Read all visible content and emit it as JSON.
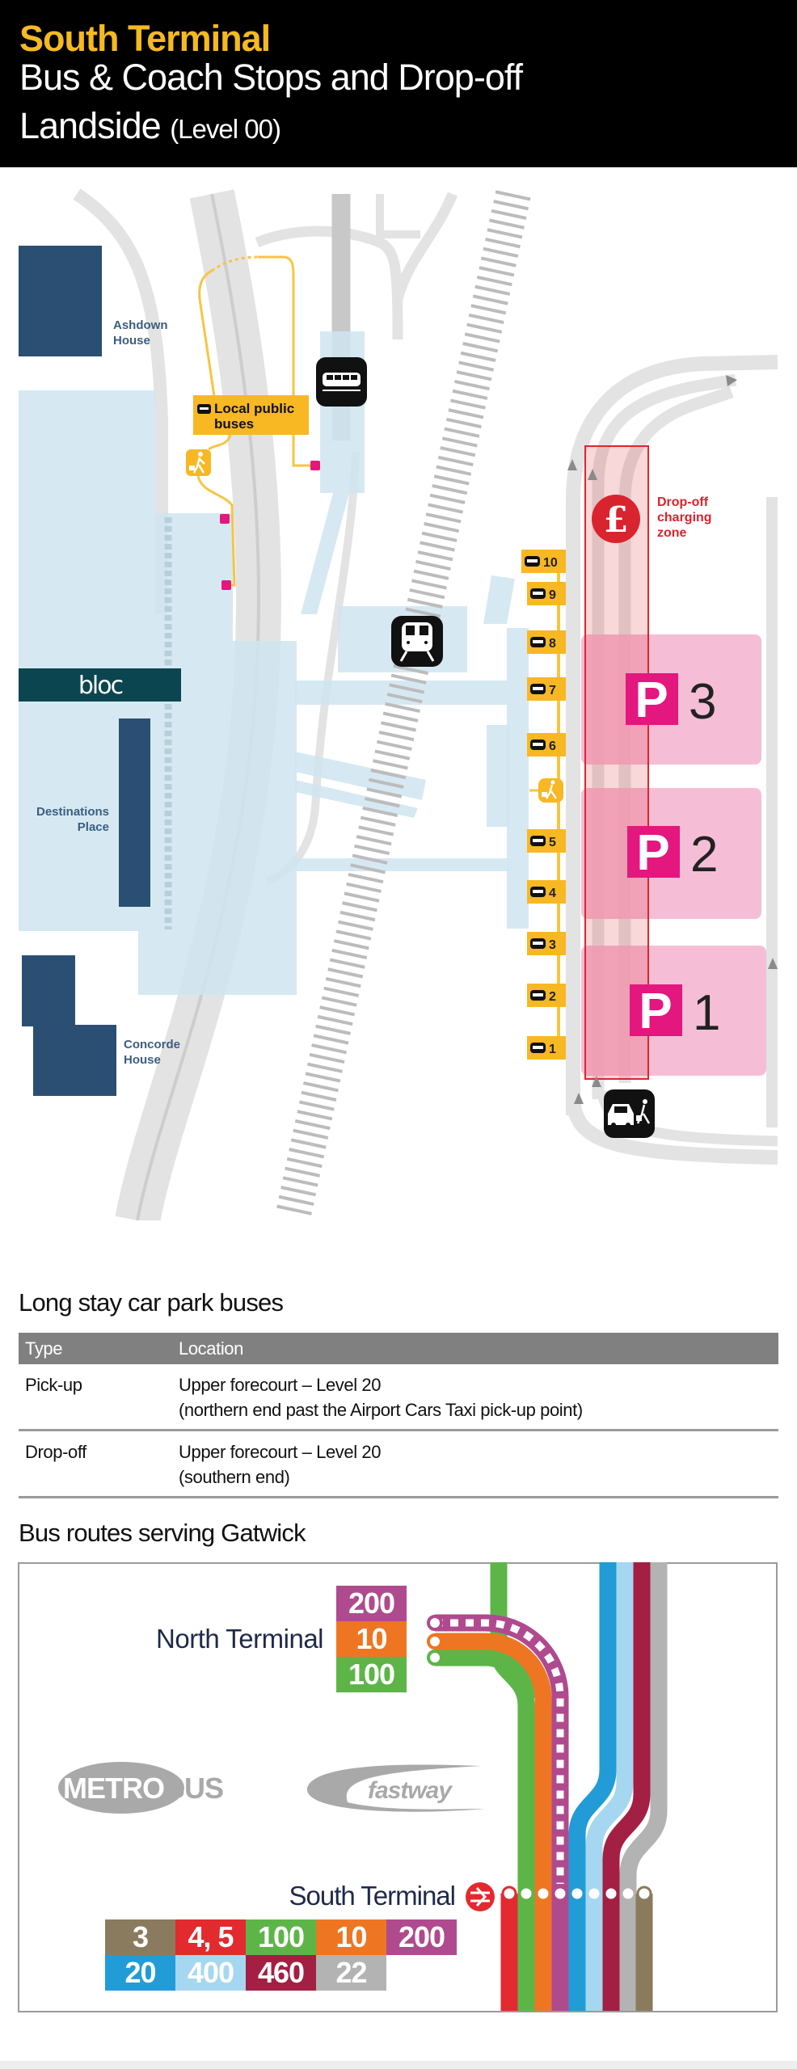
{
  "header": {
    "title": "South Terminal",
    "subtitle": "Bus & Coach Stops and Drop-off",
    "area": "Landside",
    "level": "(Level 00)"
  },
  "map": {
    "buildings": {
      "ashdown": [
        "Ashdown",
        "House"
      ],
      "destinations": [
        "Destinations",
        "Place"
      ],
      "concorde": [
        "Concorde",
        "House"
      ],
      "bloc": "bloc"
    },
    "local_buses_label": [
      "Local public",
      "buses"
    ],
    "charging_zone_label": [
      "Drop-off",
      "charging",
      "zone"
    ],
    "bus_stops": [
      "10",
      "9",
      "8",
      "7",
      "6",
      "5",
      "4",
      "3",
      "2",
      "1"
    ],
    "car_parks": [
      {
        "letter": "P",
        "number": "3"
      },
      {
        "letter": "P",
        "number": "2"
      },
      {
        "letter": "P",
        "number": "1"
      }
    ],
    "icons": [
      "shuttle-train-icon",
      "train-icon",
      "pound-icon",
      "taxi-dropoff-icon",
      "walking-passenger-icon",
      "bus-icon",
      "lift-icon"
    ],
    "colors": {
      "building": "#2a4f73",
      "bus_stop": "#f7b824",
      "parking": "#e3177e",
      "charging_zone": "#e0252e",
      "bloc": "#0b4650"
    }
  },
  "long_stay": {
    "heading": "Long stay car park buses",
    "columns": [
      "Type",
      "Location"
    ],
    "rows": [
      {
        "type": "Pick-up",
        "location": [
          "Upper forecourt – Level 20",
          "(northern end past the Airport Cars Taxi pick-up point)"
        ]
      },
      {
        "type": "Drop-off",
        "location": [
          "Upper forecourt – Level 20",
          "(southern end)"
        ]
      }
    ]
  },
  "routes": {
    "heading": "Bus routes serving Gatwick",
    "north_label": "North Terminal",
    "south_label": "South Terminal",
    "logos": [
      "METROBUS",
      "fastway"
    ],
    "north_routes": [
      {
        "route": "200",
        "color": "#b04a8e"
      },
      {
        "route": "10",
        "color": "#ee7622"
      },
      {
        "route": "100",
        "color": "#5db548"
      }
    ],
    "south_routes_row1": [
      {
        "route": "3",
        "color": "#8b7b5e"
      },
      {
        "route": "4, 5",
        "color": "#e22a2f"
      },
      {
        "route": "100",
        "color": "#5db548"
      },
      {
        "route": "10",
        "color": "#ee7622"
      },
      {
        "route": "200",
        "color": "#b04a8e"
      }
    ],
    "south_routes_row2": [
      {
        "route": "20",
        "color": "#229cd6"
      },
      {
        "route": "400",
        "color": "#a6d7f0"
      },
      {
        "route": "460",
        "color": "#a31f43"
      },
      {
        "route": "22",
        "color": "#b3b3b3"
      }
    ]
  }
}
